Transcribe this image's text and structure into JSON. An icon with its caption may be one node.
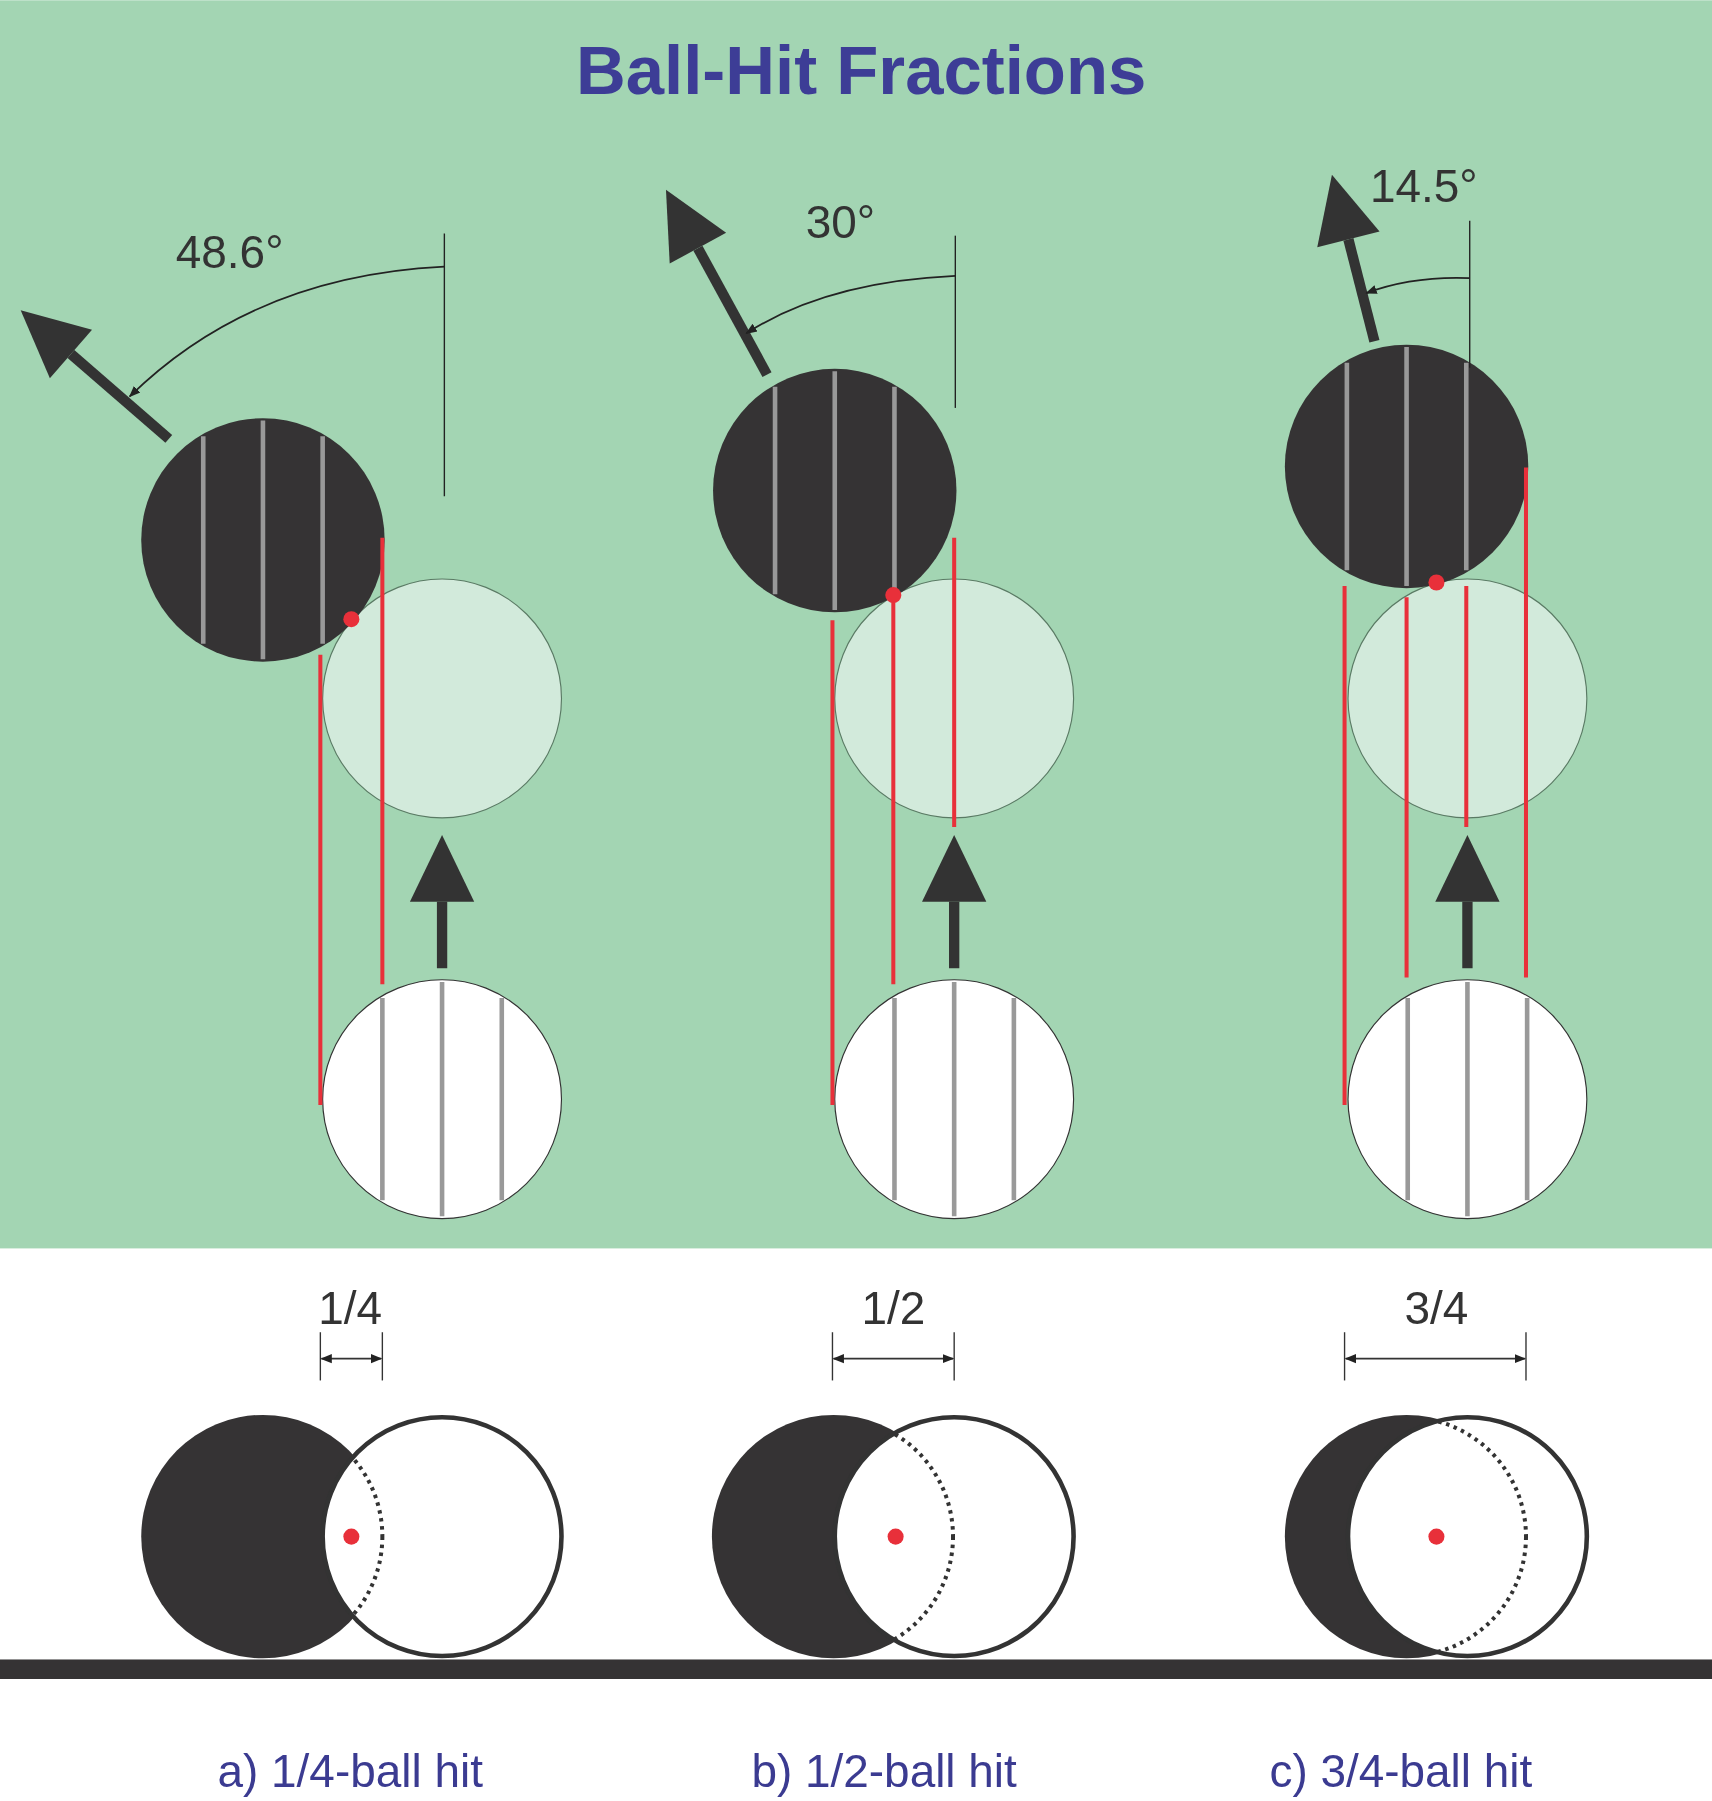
{
  "diagram": {
    "title": "Ball-Hit Fractions",
    "labels": [
      "48.6°",
      "30°",
      "14.5°",
      "1/4",
      "1/2",
      "3/4",
      "a) 1/4-ball hit",
      "b) 1/2-ball hit",
      "c) 3/4-ball hit"
    ]
  }
}
